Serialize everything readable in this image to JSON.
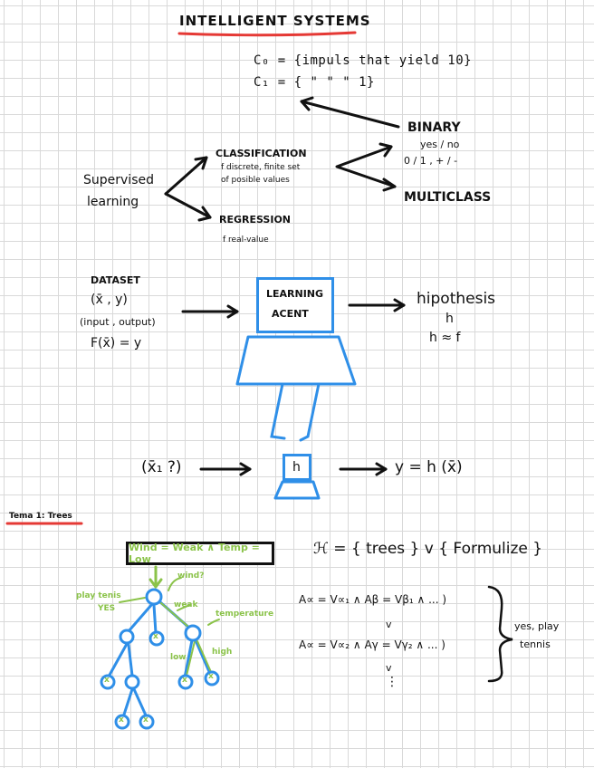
{
  "title": "INTELLIGENT SYSTEMS",
  "sets": {
    "c0": "C₀ = {impuls  that  yield 10}",
    "c1": "C₁ = {     \"           \"     \"     1}"
  },
  "tree_of_learning": {
    "supervised": "Supervised",
    "learning": "learning",
    "classification": "CLASSIFICATION",
    "classification_note_1": "f discrete, finite set",
    "classification_note_2": "of posible values",
    "regression": "REGRESSION",
    "regression_note": "f real-value",
    "binary": "BINARY",
    "binary_note_1": "yes / no",
    "binary_note_2": "0 / 1 ,  + / -",
    "multiclass": "MULTICLASS"
  },
  "dataset": {
    "title": "DATASET",
    "pair": "(x̄ , y)",
    "pair_note": "(input , output)",
    "function": "F(x̄) = y"
  },
  "agent": {
    "label_1": "LEARNING",
    "label_2": "ACENT",
    "small_label": "h"
  },
  "hypothesis": {
    "label": "hipothesis",
    "symbol": "h",
    "approx": "h ≈ f"
  },
  "query": {
    "input": "(x̄₁ ?)",
    "output": "y = h (x̄)"
  },
  "section": {
    "label": "Tema 1: Trees"
  },
  "rule_box": "Wind = Weak ∧ Temp = Low",
  "tree_labels": {
    "wind": "wind?",
    "play": "play tenis",
    "yes": "YES",
    "weak": "weak",
    "temperature": "temperature",
    "low": "low",
    "high": "high",
    "leaf": "x"
  },
  "formula": {
    "hset": "ℋ = { trees } v { Formulize }",
    "line1": "A∝ = V∝₁ ∧ Aβ = Vβ₁ ∧ ... )",
    "or1": "v",
    "line2": "A∝ = V∝₂ ∧ Aγ = Vγ₂ ∧ ... )",
    "or2": "v",
    "dots": "⋮",
    "result_1": "yes, play",
    "result_2": "tennis"
  },
  "colors": {
    "ink": "#111111",
    "title_underline": "#e53935",
    "section_underline": "#e53935",
    "blue": "#2f8fe8",
    "green": "#8bc34a"
  }
}
